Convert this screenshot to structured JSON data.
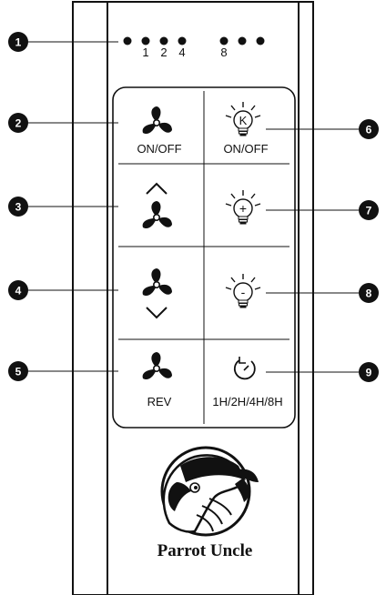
{
  "indicator": {
    "labels": [
      "1",
      "2",
      "4",
      "8"
    ]
  },
  "buttons": {
    "fan_power_label": "ON/OFF",
    "light_power_label": "ON/OFF",
    "reverse_label": "REV",
    "timer_label": "1H/2H/4H/8H",
    "light_glyph_k": "K",
    "light_glyph_plus": "+",
    "light_glyph_minus": "-"
  },
  "callouts": [
    "1",
    "2",
    "3",
    "4",
    "5",
    "6",
    "7",
    "8",
    "9"
  ],
  "brand": {
    "name": "Parrot Uncle"
  }
}
